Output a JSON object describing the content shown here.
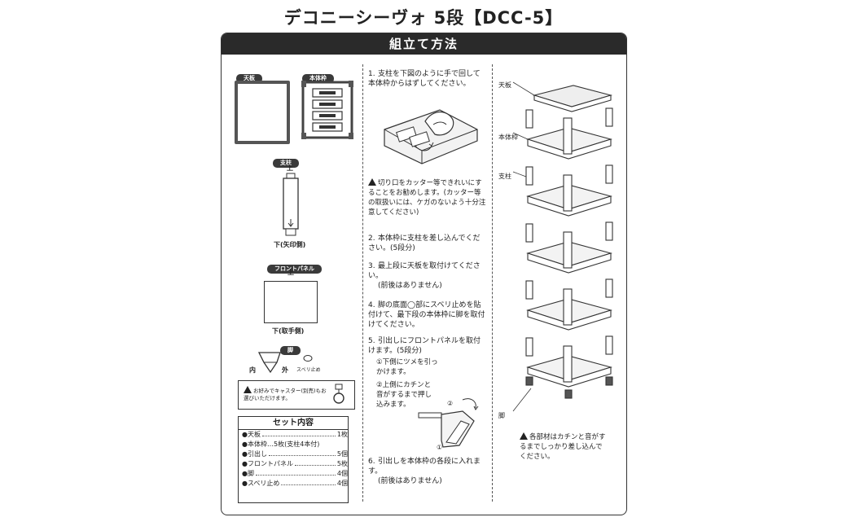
{
  "page_title": "デコニーシーヴォ 5段【DCC-5】",
  "banner": "組立て方法",
  "parts": {
    "top_board": "天板",
    "body_frame": "本体枠",
    "pillar": "支柱",
    "pillar_top": "上",
    "pillar_bottom": "下(矢印側)",
    "front_panel": "フロントパネル",
    "panel_top": "上",
    "panel_bottom": "下(取手側)",
    "leg": "脚",
    "leg_inner": "内",
    "leg_outer": "外",
    "stopper": "スベリ止め"
  },
  "caster_note": "お好みでキャスター(別売)もお選びいただけます。",
  "set_contents": {
    "title": "セット内容",
    "items": [
      {
        "name": "●天板",
        "qty": "1枚"
      },
      {
        "name": "●本体枠…5枚(支柱4本付)",
        "qty": ""
      },
      {
        "name": "●引出し",
        "qty": "5個"
      },
      {
        "name": "●フロントパネル",
        "qty": "5枚"
      },
      {
        "name": "●脚",
        "qty": "4個"
      },
      {
        "name": "●スベリ止め",
        "qty": "4個"
      }
    ]
  },
  "steps": {
    "s1": {
      "num": "1.",
      "text": "支柱を下図のように手で回して本体枠からはずしてください。"
    },
    "caution": "切り口をカッター等できれいにすることをお勧めします。(カッター等の取扱いには、ケガのないよう十分注意してください)",
    "s2": {
      "num": "2.",
      "text": "本体枠に支柱を差し込んでください。(5段分)"
    },
    "s3": {
      "num": "3.",
      "text": "最上段に天板を取付けてください。",
      "sub": "(前後はありません)"
    },
    "s4": {
      "num": "4.",
      "text": "脚の底面◯部にスベリ止めを貼付けて、最下段の本体枠に脚を取付けてください。"
    },
    "s5": {
      "num": "5.",
      "text": "引出しにフロントパネルを取付けます。(5段分)",
      "a": "①下側にツメを引っかけます。",
      "b": "②上側にカチンと音がするまで押し込みます。",
      "m1": "①",
      "m2": "②"
    },
    "s6": {
      "num": "6.",
      "text": "引出しを本体枠の各段に入れます。",
      "sub": "(前後はありません)"
    }
  },
  "right_labels": {
    "top": "天板",
    "frame": "本体枠",
    "pillar": "支柱",
    "leg": "脚"
  },
  "final_note": "各部材はカチンと音がするまでしっかり差し込んでください。"
}
